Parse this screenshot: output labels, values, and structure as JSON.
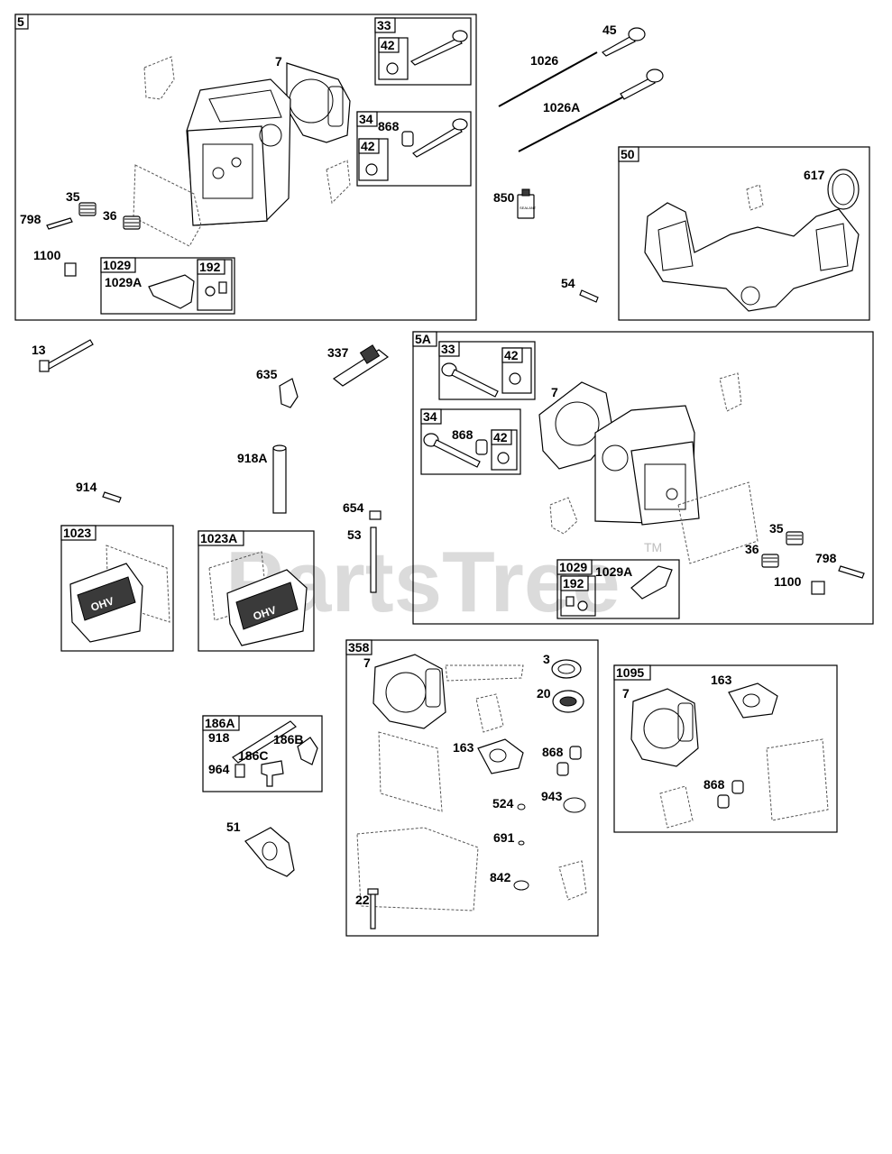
{
  "watermark": {
    "text": "PartsTree",
    "tm": "TM"
  },
  "boxes": {
    "b5": "5",
    "b33": "33",
    "b42a": "42",
    "b34": "34",
    "b42b": "42",
    "b1029": "1029",
    "b192": "192",
    "b50": "50",
    "b5A": "5A",
    "b33b": "33",
    "b42c": "42",
    "b34b": "34",
    "b42d": "42",
    "b1029b": "1029",
    "b192b": "192",
    "b1023": "1023",
    "b1023A": "1023A",
    "b186A": "186A",
    "b358": "358",
    "b1095": "1095"
  },
  "labels": {
    "l7a": "7",
    "l868a": "868",
    "l35a": "35",
    "l798a": "798",
    "l36a": "36",
    "l1100a": "1100",
    "l1029Aa": "1029A",
    "l45": "45",
    "l1026": "1026",
    "l1026A": "1026A",
    "l850": "850",
    "l617": "617",
    "l54": "54",
    "l13": "13",
    "l337": "337",
    "l635": "635",
    "l918A": "918A",
    "l914": "914",
    "l654": "654",
    "l53": "53",
    "l7b": "7",
    "l868b": "868",
    "l1029Ab": "1029A",
    "l35b": "35",
    "l36b": "36",
    "l798b": "798",
    "l1100b": "1100",
    "l918": "918",
    "l186B": "186B",
    "l186C": "186C",
    "l964": "964",
    "l51": "51",
    "l7c": "7",
    "l3": "3",
    "l20": "20",
    "l163a": "163",
    "l868c": "868",
    "l524": "524",
    "l943": "943",
    "l691": "691",
    "l842": "842",
    "l22": "22",
    "l7d": "7",
    "l163b": "163",
    "l868d": "868"
  },
  "cover_text": "OHV",
  "tube_text": "SEALANT"
}
